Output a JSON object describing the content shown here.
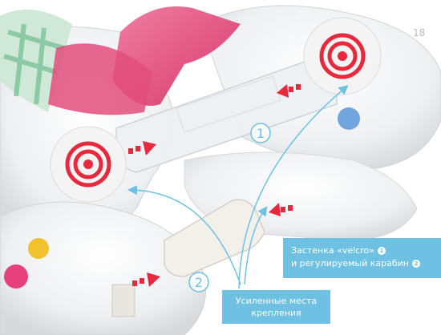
{
  "callouts": {
    "velcro": {
      "line1": "Застенка «velcro»",
      "line2": "и регулируемый карабин",
      "badge1": "1",
      "badge2": "2"
    },
    "reinforced": {
      "line1": "Усиленные места",
      "line2": "крепления"
    }
  },
  "markers": {
    "one": "1",
    "two": "2"
  },
  "colors": {
    "accent_blue": "#6fc1e3",
    "target_red": "#e8283c",
    "arrow_red": "#e8283c",
    "ribbon_pink": "#e24e7c",
    "ribbon_green": "#7ac29a"
  }
}
